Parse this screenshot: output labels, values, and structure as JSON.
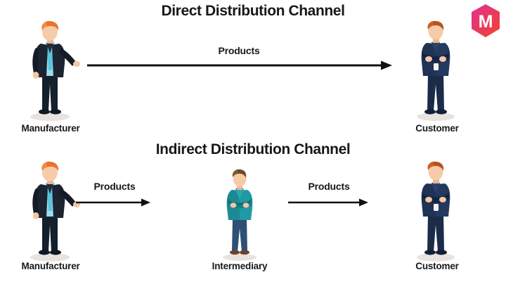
{
  "page": {
    "background_color": "#ffffff",
    "text_color": "#17181a"
  },
  "brand_logo": {
    "icon": "hexagon-m-logo",
    "letter": "M",
    "gradient_start": "#e0318f",
    "gradient_end": "#f0442e",
    "letter_color": "#ffffff"
  },
  "diagrams": [
    {
      "id": "direct",
      "title": "Direct Distribution Channel",
      "nodes": [
        {
          "id": "manufacturer",
          "label": "Manufacturer",
          "icon": "businessman-gesturing-figure",
          "suit_color": "#1b2430",
          "shirt_color": "#6fd3e8",
          "hair_color": "#e8732c"
        },
        {
          "id": "customer",
          "label": "Customer",
          "icon": "businessman-arms-crossed-figure",
          "suit_color": "#1f3354",
          "shirt_color": "#f0ded8",
          "hair_color": "#b8521f"
        }
      ],
      "flows": [
        {
          "id": "manufacturer-to-customer",
          "label": "Products",
          "from": "manufacturer",
          "to": "customer"
        }
      ]
    },
    {
      "id": "indirect",
      "title": "Indirect Distribution Channel",
      "nodes": [
        {
          "id": "manufacturer",
          "label": "Manufacturer",
          "icon": "businessman-gesturing-figure",
          "suit_color": "#1b2430",
          "shirt_color": "#6fd3e8",
          "hair_color": "#e8732c"
        },
        {
          "id": "intermediary",
          "label": "Intermediary",
          "icon": "businessman-teal-jacket-figure",
          "suit_color": "#1d8a93",
          "shirt_color": "#223040",
          "hair_color": "#6b4a2a"
        },
        {
          "id": "customer",
          "label": "Customer",
          "icon": "businessman-arms-crossed-figure",
          "suit_color": "#1f3354",
          "shirt_color": "#f0ded8",
          "hair_color": "#b8521f"
        }
      ],
      "flows": [
        {
          "id": "manufacturer-to-intermediary",
          "label": "Products",
          "from": "manufacturer",
          "to": "intermediary"
        },
        {
          "id": "intermediary-to-customer",
          "label": "Products",
          "from": "intermediary",
          "to": "customer"
        }
      ]
    }
  ]
}
